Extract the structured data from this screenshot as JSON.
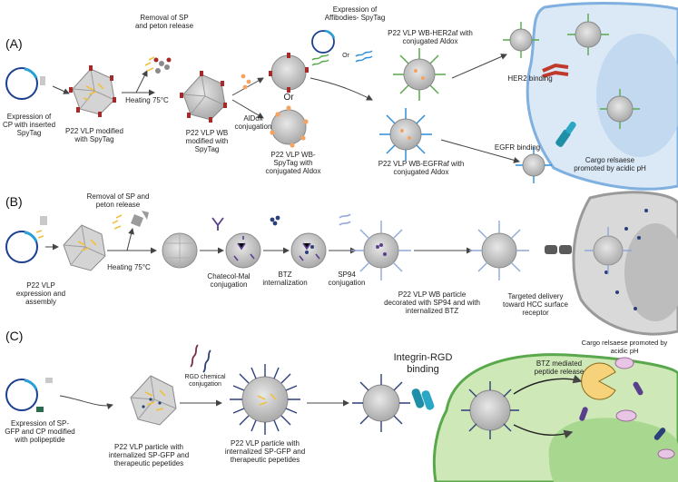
{
  "sections": [
    "(A)",
    "(B)",
    "(C)"
  ],
  "panel_a": {
    "expression_cp": "Expression of CP with inserted SpyTag",
    "vlp_spytag": "P22 VLP modified with SpyTag",
    "removal": "Removal of SP and peton release",
    "heating": "Heating 75°C",
    "vlp_wb": "P22 VLP WB modified with SpyTag",
    "aldox_conj": "AlDox conjugation",
    "or_big": "Or",
    "expression_aff": "Expression of Affibodies- SpyTag",
    "or_small": "Or",
    "wb_spytag_aldox": "P22 VLP WB- SpyTag with conjugated Aldox",
    "wb_her2": "P22 VLP WB-HER2af with conjugated Aldox",
    "wb_egfr": "P22 VLP WB-EGFRaf with conjugated Aldox",
    "her2_binding": "HER2 binding",
    "egfr_binding": "EGFR binding",
    "cargo_release": "Cargo relsaese promoted by acidic pH"
  },
  "panel_b": {
    "expression": "P22 VLP expression and assembly",
    "removal": "Removal of SP and peton release",
    "heating": "Heating 75°C",
    "chatecol": "Chatecol-Mal conjugation",
    "btz": "BTZ internalization",
    "sp94": "SP94 conjugation",
    "wb_particle": "P22 VLP WB particle decorated with SP94 and with internalized BTZ",
    "targeted": "Targeted delivery toward HCC surface receptor"
  },
  "panel_c": {
    "expression": "Expression of SP-GFP and CP modified with polipeptide",
    "particle1": "P22 VLP particle with internalized SP-GFP and therapeutic pepetides",
    "rgd_conj": "RGD chemical conjugation",
    "particle2": "P22 VLP particle with internalized SP-GFP and therapeutic pepetides",
    "integrin": "Integrin-RGD binding",
    "btz_release": "BTZ mediated peptide release",
    "cargo_release": "Cargo relsaese promoted by acidic pH"
  },
  "colors": {
    "capsid_gray": "#c9c9c9",
    "spytag_red": "#a52a2a",
    "cargo_yellow": "#f0c040",
    "cell_blue": "#dbe9f7",
    "cell_gray": "#d9d9d9",
    "cell_green": "#cfe8b8",
    "nucleus_green": "#a8d890",
    "drug_purple": "#5b3f8c",
    "rgd_navy": "#2b3f7a",
    "receptor_teal": "#1f8fa8"
  }
}
